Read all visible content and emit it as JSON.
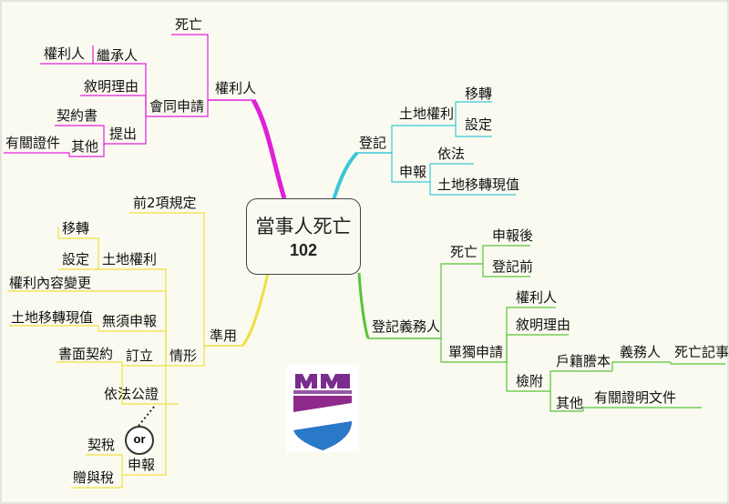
{
  "center": {
    "title": "當事人死亡",
    "code": "102"
  },
  "branch_rights": {
    "label": "權利人",
    "joint": "會同申請",
    "death": "死亡",
    "heir_group": {
      "holder": "權利人",
      "heir": "繼承人"
    },
    "explain": "敘明理由",
    "submit": "提出",
    "contract": "契約書",
    "other": "其他",
    "certificate": "有關證件"
  },
  "branch_register": {
    "label": "登記",
    "land_rights": "土地權利",
    "transfer": "移轉",
    "establish": "設定",
    "declare": "申報",
    "by_law": "依法",
    "land_value": "土地移轉現值"
  },
  "branch_obligor": {
    "label": "登記義務人",
    "death": "死亡",
    "after_declare": "申報後",
    "before_register": "登記前",
    "sole_apply": "單獨申請",
    "holder": "權利人",
    "explain": "敘明理由",
    "attach": "檢附",
    "household": "戶籍謄本",
    "obligor": "義務人",
    "death_record": "死亡記事",
    "other": "其他",
    "related_proof": "有關證明文件"
  },
  "branch_apply": {
    "label": "準用",
    "prior_rules": "前2項規定",
    "situation": "情形",
    "transfer": "移轉",
    "establish": "設定",
    "land_rights": "土地權利",
    "content_change": "權利內容變更",
    "land_value": "土地移轉現值",
    "no_declare": "無須申報",
    "written_contract": "書面契約",
    "conclude": "訂立",
    "notarize": "依法公證",
    "or": "or",
    "deed_tax": "契稅",
    "gift_tax": "贈與稅",
    "declare": "申報"
  },
  "colors": {
    "rights": "#e020d8",
    "register": "#38c8d8",
    "obligor": "#58c438",
    "apply": "#f0e040",
    "text_lines": "#f0e848"
  }
}
